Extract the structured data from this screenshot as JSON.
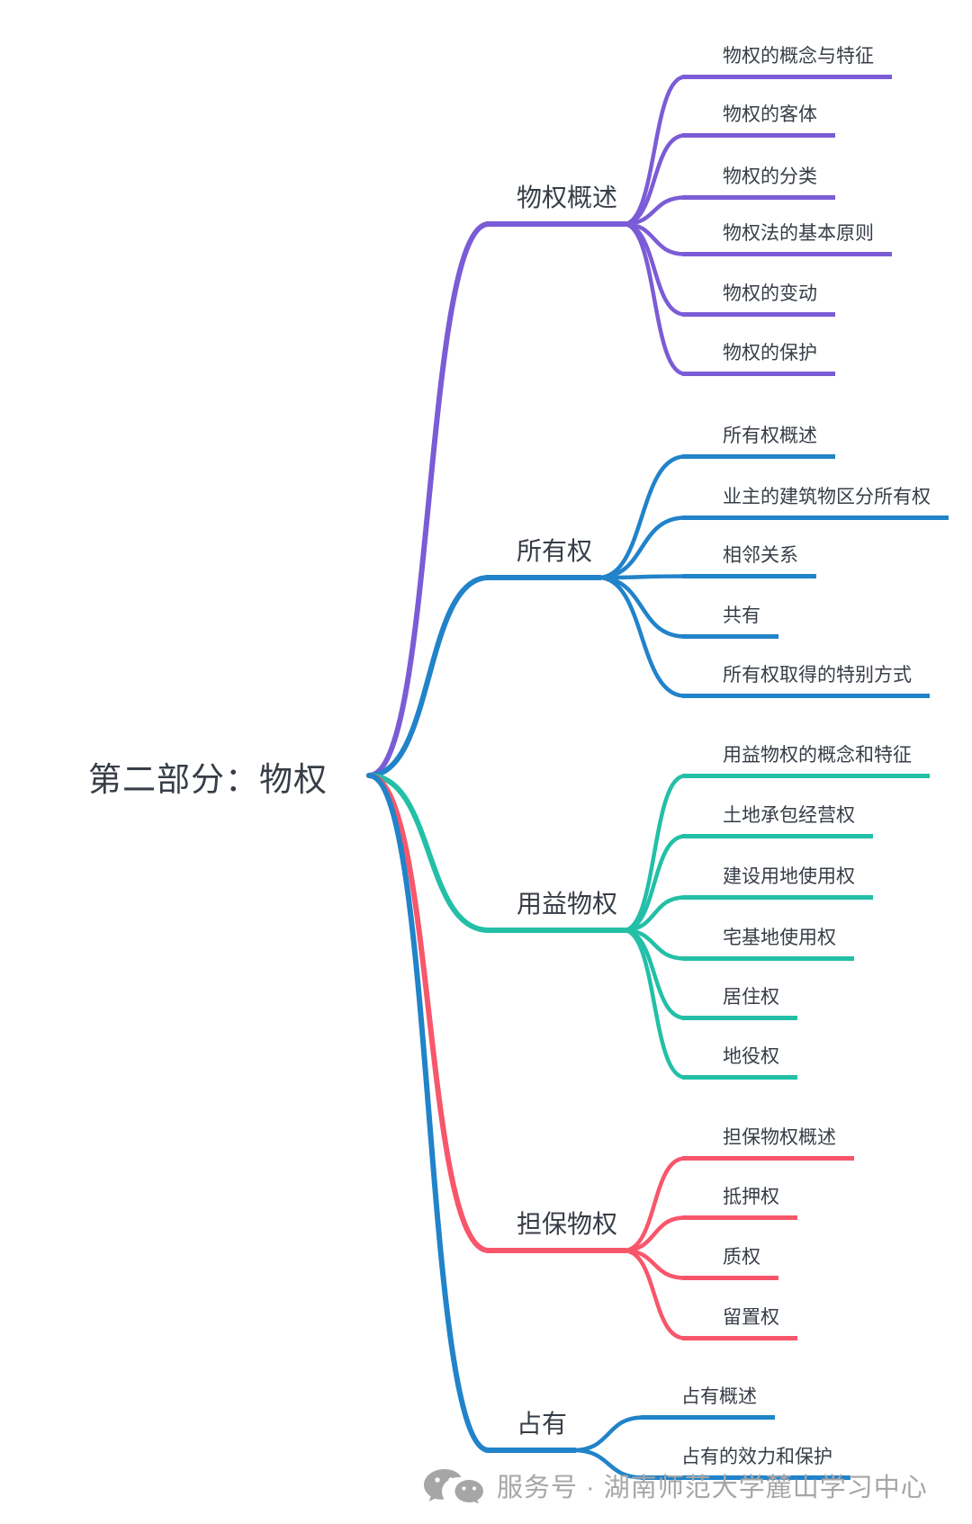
{
  "root": {
    "label": "第二部分：物权"
  },
  "branches": [
    {
      "label": "物权概述",
      "color": "#7B5CD6",
      "children": [
        "物权的概念与特征",
        "物权的客体",
        "物权的分类",
        "物权法的基本原则",
        "物权的变动",
        "物权的保护"
      ]
    },
    {
      "label": "所有权",
      "color": "#2183C9",
      "children": [
        "所有权概述",
        "业主的建筑物区分所有权",
        "相邻关系",
        "共有",
        "所有权取得的特别方式"
      ]
    },
    {
      "label": "用益物权",
      "color": "#23BFA7",
      "children": [
        "用益物权的概念和特征",
        "土地承包经营权",
        "建设用地使用权",
        "宅基地使用权",
        "居住权",
        "地役权"
      ]
    },
    {
      "label": "担保物权",
      "color": "#F8566B",
      "children": [
        "担保物权概述",
        "抵押权",
        "质权",
        "留置权"
      ]
    },
    {
      "label": "占有",
      "color": "#2183C9",
      "children": [
        "占有概述",
        "占有的效力和保护"
      ]
    }
  ],
  "footer": {
    "icon": "wechat-icon",
    "text": "服务号 · 湖南师范大学麓山学习中心"
  },
  "colors": {
    "branch_purple": "#7B5CD6",
    "branch_blue": "#2183C9",
    "branch_teal": "#23BFA7",
    "branch_red": "#F8566B",
    "node_text": "#373D47",
    "watermark_gray": "#A6A6A6",
    "background": "#FFFFFF"
  }
}
